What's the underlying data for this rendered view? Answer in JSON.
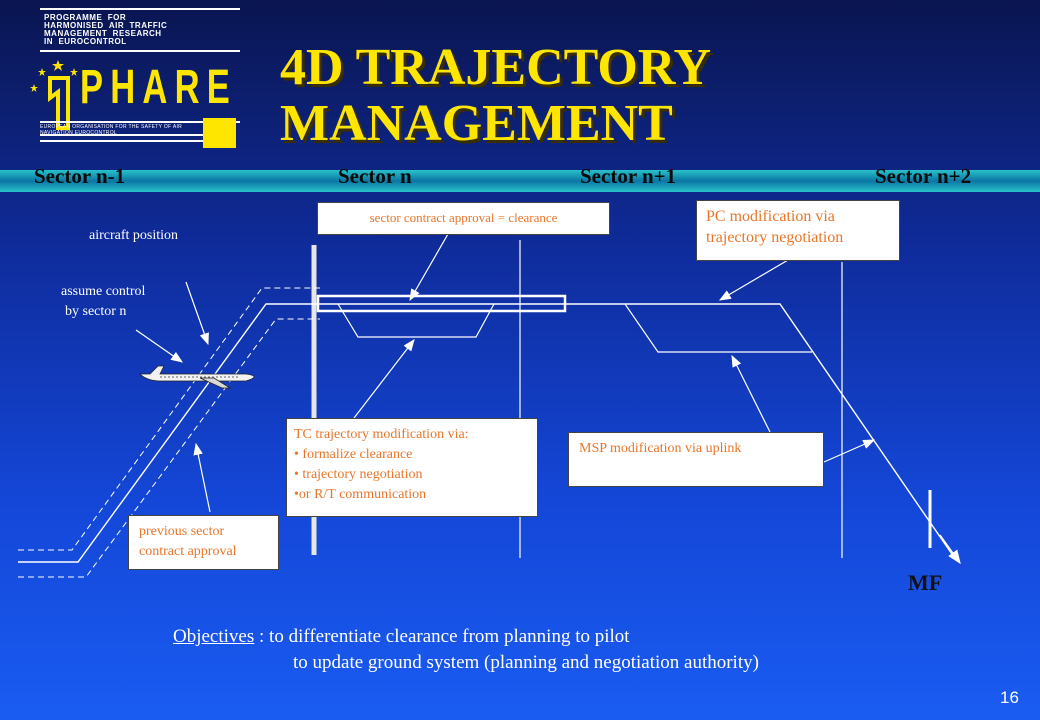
{
  "logo": {
    "text": "PROGRAMME  FOR\nHARMONISED  AIR  TRAFFIC\nMANAGEMENT  RESEARCH\nIN  EUROCONTROL",
    "word": "PHARE",
    "subtitle": "EUROPEAN ORGANISATION FOR THE SAFETY OF AIR NAVIGATION  EUROCONTROL"
  },
  "title": {
    "line1": "4D TRAJECTORY",
    "line2": "MANAGEMENT"
  },
  "sectors": [
    "Sector n-1",
    "Sector n",
    "Sector n+1",
    "Sector n+2"
  ],
  "labels": {
    "aircraft_position": "aircraft position",
    "assume_control_1": "assume control",
    "assume_control_2": "by sector n",
    "mf": "MF"
  },
  "boxes": {
    "sector_contract": "sector contract approval = clearance",
    "pc_modification_1": "PC modification via",
    "pc_modification_2": "trajectory negotiation",
    "tc_title": "TC trajectory modification via:",
    "tc_items": [
      "formalize clearance",
      "trajectory negotiation",
      "or R/T communication"
    ],
    "msp": "MSP modification via uplink",
    "previous_1": "previous sector",
    "previous_2": "contract approval"
  },
  "objectives": {
    "label": "Objectives",
    "sep": " : ",
    "line1": "to differentiate clearance from planning to pilot",
    "line2": "to update ground system (planning and negotiation authority)"
  },
  "page_number": "16",
  "colors": {
    "title": "#ffe600",
    "box_text": "#e8762a",
    "background_top": "#0a1550",
    "background_bottom": "#1a5cf2"
  }
}
